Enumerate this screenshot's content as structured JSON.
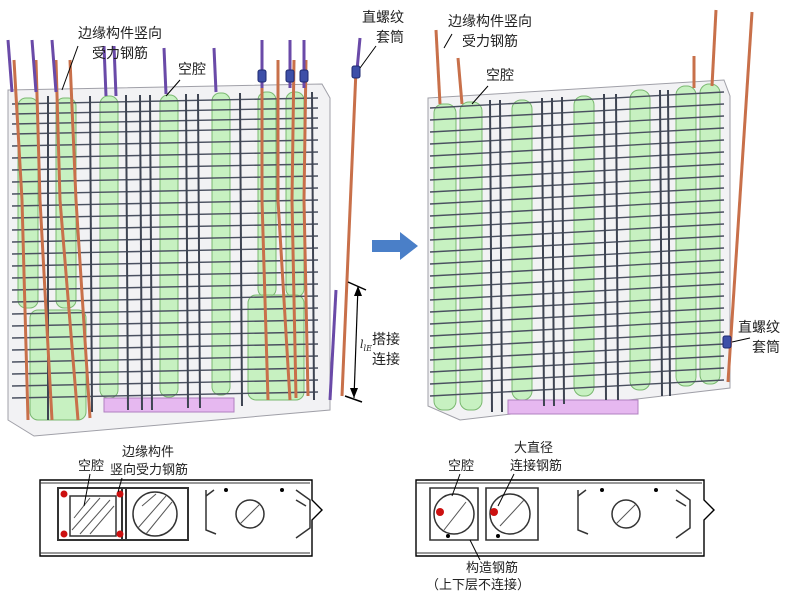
{
  "left_panel": {
    "edge_rebar_label_line1": "边缘构件竖向",
    "edge_rebar_label_line2": "受力钢筋",
    "cavity_label": "空腔",
    "sleeve_label_line1": "直螺纹",
    "sleeve_label_line2": "套筒",
    "lap_symbol": "l",
    "lap_symbol_sub": "lE",
    "lap_label_line1": "搭接",
    "lap_label_line2": "连接"
  },
  "right_panel": {
    "edge_rebar_label_line1": "边缘构件竖向",
    "edge_rebar_label_line2": "受力钢筋",
    "cavity_label": "空腔",
    "sleeve_label_line1": "直螺纹",
    "sleeve_label_line2": "套筒"
  },
  "left_section": {
    "cavity_label": "空腔",
    "edge_label_line1": "边缘构件",
    "edge_label_line2": "竖向受力钢筋"
  },
  "right_section": {
    "cavity_label": "空腔",
    "large_bar_label_line1": "大直径",
    "large_bar_label_line2": "连接钢筋",
    "structural_label_line1": "构造钢筋",
    "structural_label_line2": "（上下层不连接）"
  },
  "colors": {
    "cavity_fill": "#b8f0b0",
    "rebar_copper": "#c8704a",
    "rebar_purple": "#6a4aa8",
    "grid_bar": "#4a5060",
    "arrow": "#4a7fc8",
    "dot_red": "#cc1010"
  }
}
